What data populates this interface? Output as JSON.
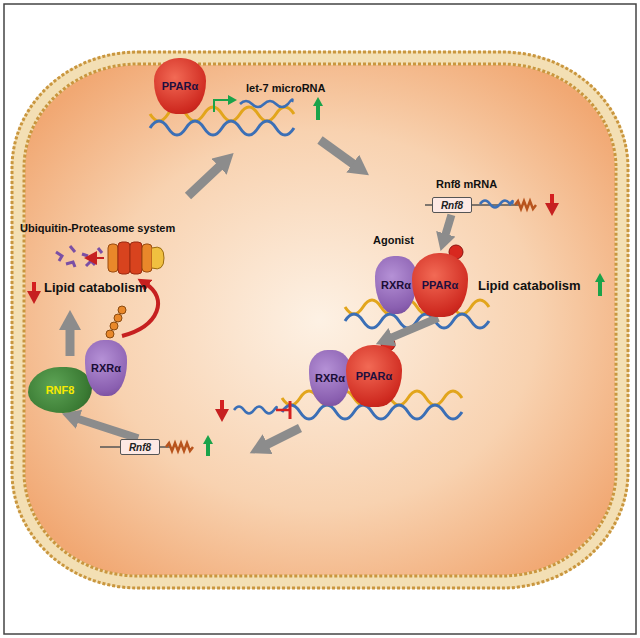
{
  "diagram": {
    "nodes": [
      {
        "text": [
          "PPARα"
        ]
      },
      {
        "text": [
          "Rnf8"
        ]
      },
      {
        "text": [
          "RXRα"
        ]
      },
      {
        "text": [
          "PPARα"
        ]
      },
      {
        "text": [
          "RXRα"
        ]
      },
      {
        "text": [
          "PPARα"
        ]
      },
      {
        "text": [
          "Rnf8"
        ]
      },
      {
        "text": [
          "RNF8"
        ]
      },
      {
        "text": [
          "RXRα"
        ]
      }
    ],
    "edges": [
      {
        "from": 1,
        "to": 3,
        "arrow": "to"
      },
      {
        "from": 3,
        "to": 5,
        "arrow": "to"
      },
      {
        "from": 6,
        "to": 7,
        "arrow": "to"
      }
    ],
    "labels": [
      "let-7 microRNA",
      "Rnf8 mRNA",
      "Agonist",
      "Lipid catabolism",
      "Ubiquitin-Proteasome system",
      "Lipid catabolism"
    ]
  }
}
